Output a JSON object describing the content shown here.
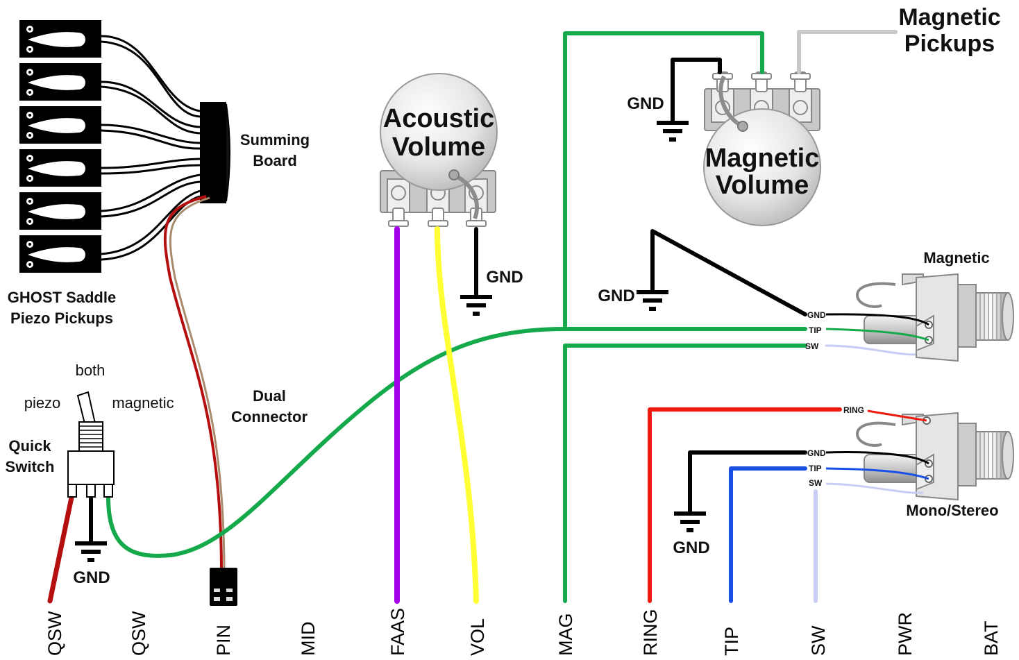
{
  "labels": {
    "magnetic_pickups_1": "Magnetic",
    "magnetic_pickups_2": "Pickups",
    "summing_board_1": "Summing",
    "summing_board_2": "Board",
    "ghost_1": "GHOST Saddle",
    "ghost_2": "Piezo Pickups",
    "acoustic_volume_1": "Acoustic",
    "acoustic_volume_2": "Volume",
    "magnetic_volume_1": "Magnetic",
    "magnetic_volume_2": "Volume",
    "magnetic_jack": "Magnetic",
    "mono_stereo": "Mono/Stereo",
    "dual_connector_1": "Dual",
    "dual_connector_2": "Connector",
    "quick_switch_1": "Quick",
    "quick_switch_2": "Switch",
    "switch_both": "both",
    "switch_piezo": "piezo",
    "switch_magnetic": "magnetic",
    "gnd": "GND",
    "tip": "TIP",
    "sw": "SW",
    "ring": "RING"
  },
  "pins": [
    "QSW",
    "QSW",
    "PIN",
    "MID",
    "FAAS",
    "VOL",
    "MAG",
    "RING",
    "TIP",
    "SW",
    "PWR",
    "BAT"
  ],
  "colors": {
    "green": "#14a94a",
    "purple": "#a100e8",
    "yellow": "#ffff33",
    "red": "#ee1b0f",
    "dark_red": "#b50e0e",
    "blue": "#1a4fe6",
    "lavender": "#c9ccf5",
    "gray_wire": "#c6c9c8",
    "black": "#000000"
  }
}
